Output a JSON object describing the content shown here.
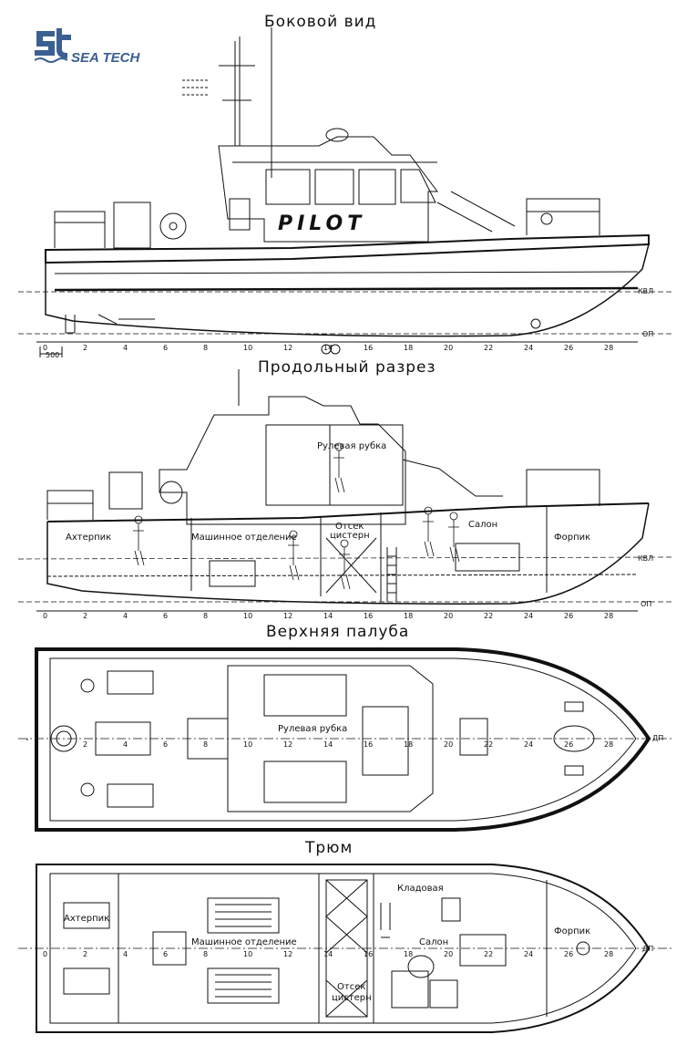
{
  "logo": {
    "text": "SEA TECH",
    "color": "#3a5f93"
  },
  "views": {
    "side": {
      "title": "Боковой вид",
      "name_on_hull": "PILOT"
    },
    "section": {
      "title": "Продольный разрез"
    },
    "deck": {
      "title": "Верхняя палуба"
    },
    "hold": {
      "title": "Трюм"
    }
  },
  "markers": {
    "waterline": "КВЛ",
    "baseline": "ОП",
    "centerline": "ДП",
    "scale_500": "500"
  },
  "frames": [
    "0",
    "2",
    "4",
    "6",
    "8",
    "10",
    "12",
    "14",
    "16",
    "18",
    "20",
    "22",
    "24",
    "26",
    "28"
  ],
  "rooms": {
    "aft_peak": "Ахтерпик",
    "engine_room": "Машинное отделение",
    "wheelhouse": "Рулевая рубка",
    "tank_compartment_1": "Отсек",
    "tank_compartment_2": "цистерн",
    "saloon": "Салон",
    "fore_peak": "Форпик",
    "storeroom": "Кладовая"
  }
}
